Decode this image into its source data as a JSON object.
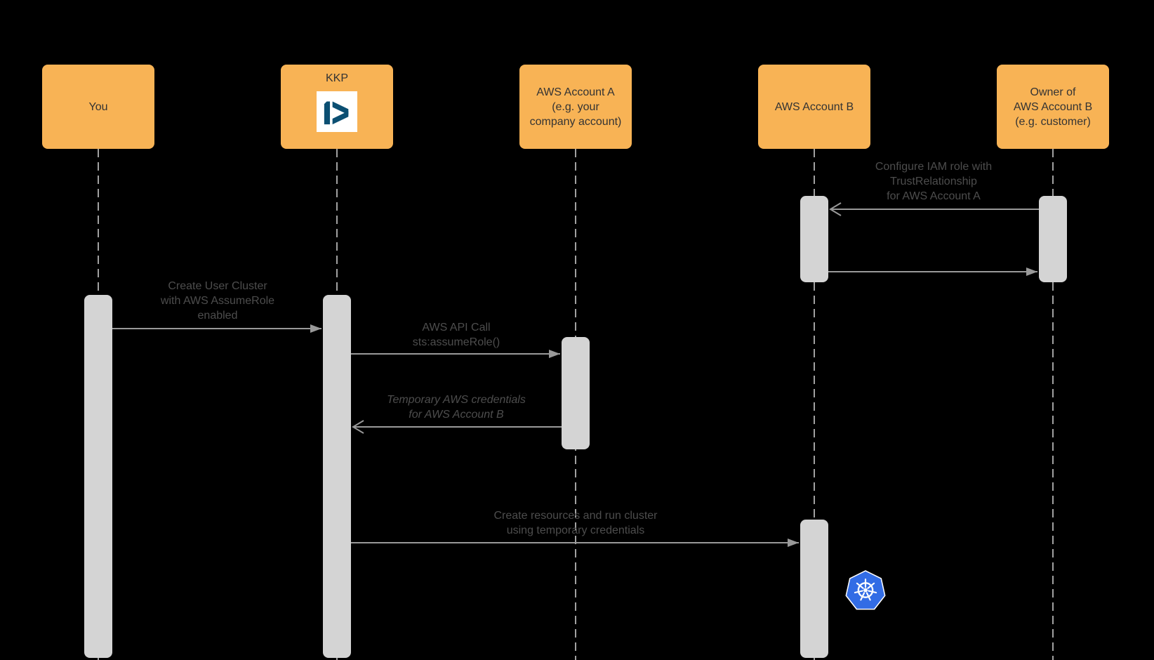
{
  "diagram": {
    "type": "sequence-diagram",
    "background_color": "#000000",
    "colors": {
      "actor_fill": "#F8B355",
      "actor_text": "#333333",
      "activation_fill": "#D4D4D4",
      "lifeline": "#A1A1A1",
      "arrow": "#999999",
      "message_text": "#4D4D4D",
      "kubermatic_logo_blue": "#0B4F72",
      "kubernetes_logo_blue": "#326CE5"
    },
    "actors": {
      "you": {
        "label": "You"
      },
      "kkp": {
        "label": "KKP",
        "icon": "kubermatic-logo"
      },
      "aws_a": {
        "label": "AWS Account A\n(e.g. your\ncompany account)"
      },
      "aws_b": {
        "label": "AWS Account B"
      },
      "owner": {
        "label": "Owner of\nAWS Account B\n(e.g. customer)"
      }
    },
    "messages": {
      "configure_iam": {
        "label": "Configure IAM role with\nTrustRelationship\nfor AWS Account A",
        "from": "owner",
        "to": "aws_b",
        "arrowhead": "open"
      },
      "trust_ack": {
        "label": "",
        "from": "aws_b",
        "to": "owner",
        "arrowhead": "filled"
      },
      "create_cluster": {
        "label": "Create User Cluster\nwith AWS AssumeRole\nenabled",
        "from": "you",
        "to": "kkp",
        "arrowhead": "filled"
      },
      "aws_api_call": {
        "label": "AWS API Call\nsts:assumeRole()",
        "from": "kkp",
        "to": "aws_a",
        "arrowhead": "filled"
      },
      "temp_credentials": {
        "label": "Temporary AWS credentials\nfor AWS Account B",
        "from": "aws_a",
        "to": "kkp",
        "arrowhead": "open",
        "italic": true
      },
      "create_resources": {
        "label": "Create resources and run cluster\nusing temporary credentials",
        "from": "kkp",
        "to": "aws_b",
        "arrowhead": "filled"
      }
    },
    "icons": {
      "kubermatic": "kubermatic-logo-icon",
      "kubernetes": "kubernetes-logo-icon"
    }
  }
}
